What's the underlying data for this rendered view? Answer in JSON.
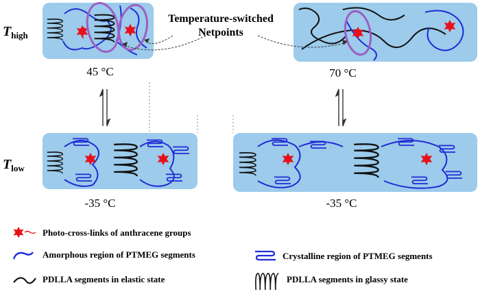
{
  "rows": {
    "high": {
      "symbol": "T",
      "subscript": "high"
    },
    "low": {
      "symbol": "T",
      "subscript": "low"
    }
  },
  "callout": {
    "line1": "Temperature-switched",
    "line2": "Netpoints"
  },
  "temperatures": {
    "top_left": "45 °C",
    "top_right": "70 °C",
    "bottom_left": "-35 °C",
    "bottom_right": "-35 °C"
  },
  "legend": [
    {
      "symbol": "photo-cross-link",
      "text": "Photo-cross-links of anthracene groups"
    },
    {
      "symbol": "amorphous-ptmeg",
      "text": "Amorphous region of PTMEG segments"
    },
    {
      "symbol": "crystalline-ptmeg",
      "text": "Crystalline region of PTMEG segments"
    },
    {
      "symbol": "pdlla-elastic",
      "text": "PDLLA segments in elastic state"
    },
    {
      "symbol": "pdlla-glassy",
      "text": "PDLLA segments in glassy state"
    }
  ],
  "colors": {
    "panel": "#9ccbeb",
    "ptmeg": "#1f2bd6",
    "pdlla": "#111111",
    "crosslink": "#e8101a",
    "netpoint": "#9b5fc4"
  }
}
